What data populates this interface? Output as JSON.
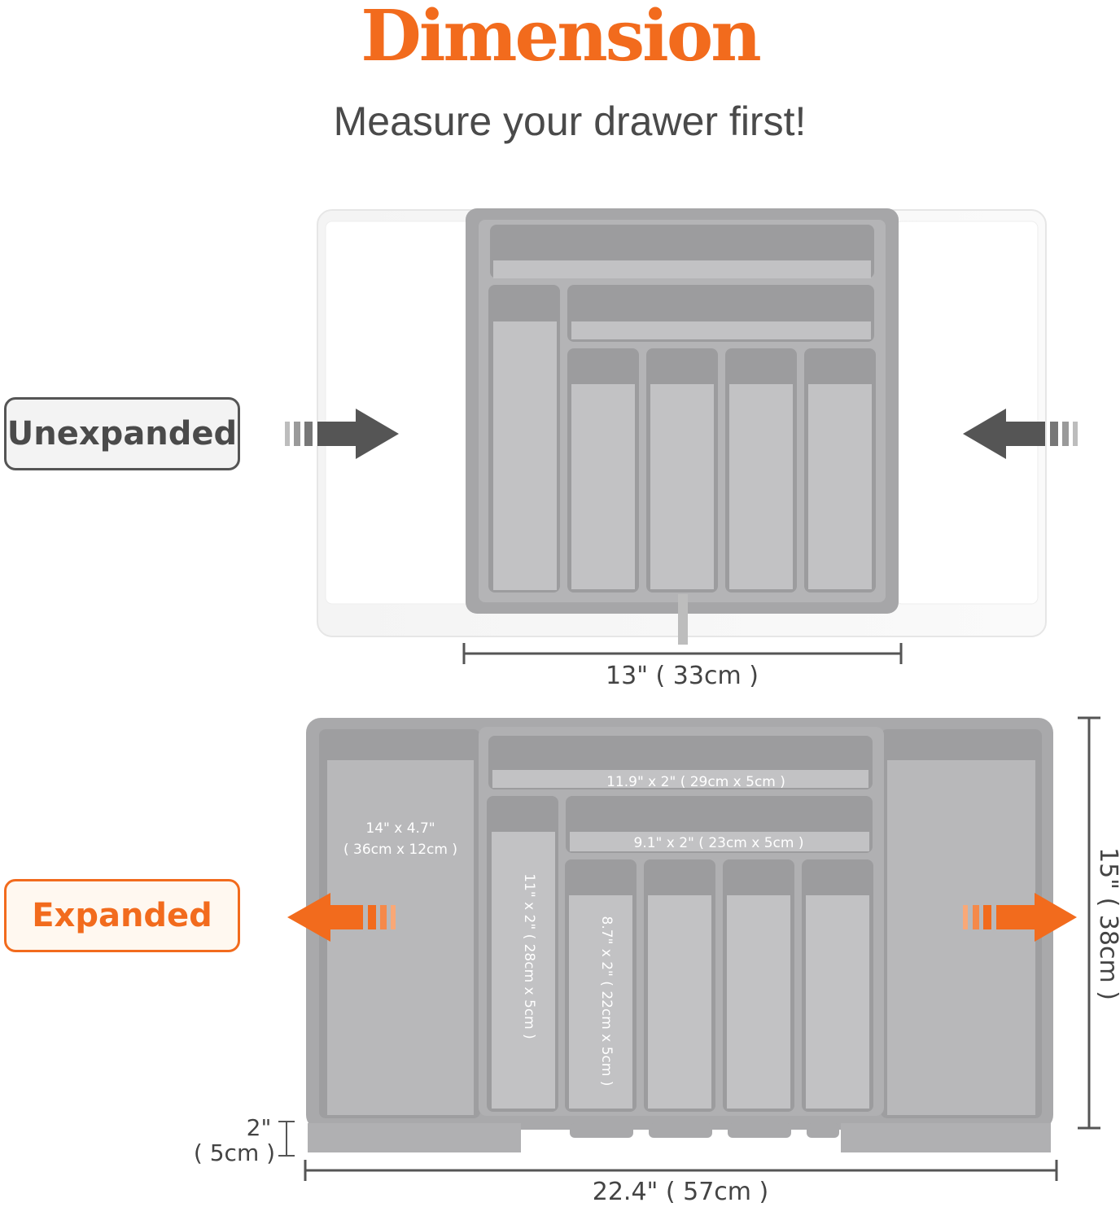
{
  "title": "Dimension",
  "subtitle": "Measure your drawer first!",
  "states": {
    "unexpanded_label": "Unexpanded",
    "expanded_label": "Expanded"
  },
  "colors": {
    "accent": "#f26b1d",
    "tray_gray": "#a9a9ab",
    "dark_arrow": "#555555"
  },
  "dimensions": {
    "unexpanded_width": "13\" ( 33cm )",
    "expanded_width": "22.4\" ( 57cm )",
    "depth": "15\" ( 38cm )",
    "height_in": "2\"",
    "height_cm": "( 5cm )"
  },
  "compartments": {
    "top_slot": "11.9\" x 2\" ( 29cm x 5cm )",
    "second_slot": "9.1\" x 2\" ( 23cm x 5cm )",
    "side_slot_line1": "14\" x 4.7\"",
    "side_slot_line2": "( 36cm x 12cm )",
    "long_slot": "11\" x 2\" ( 28cm x 5cm )",
    "utensil_slot": "8.7\" x 2\" ( 22cm x 5cm )"
  }
}
